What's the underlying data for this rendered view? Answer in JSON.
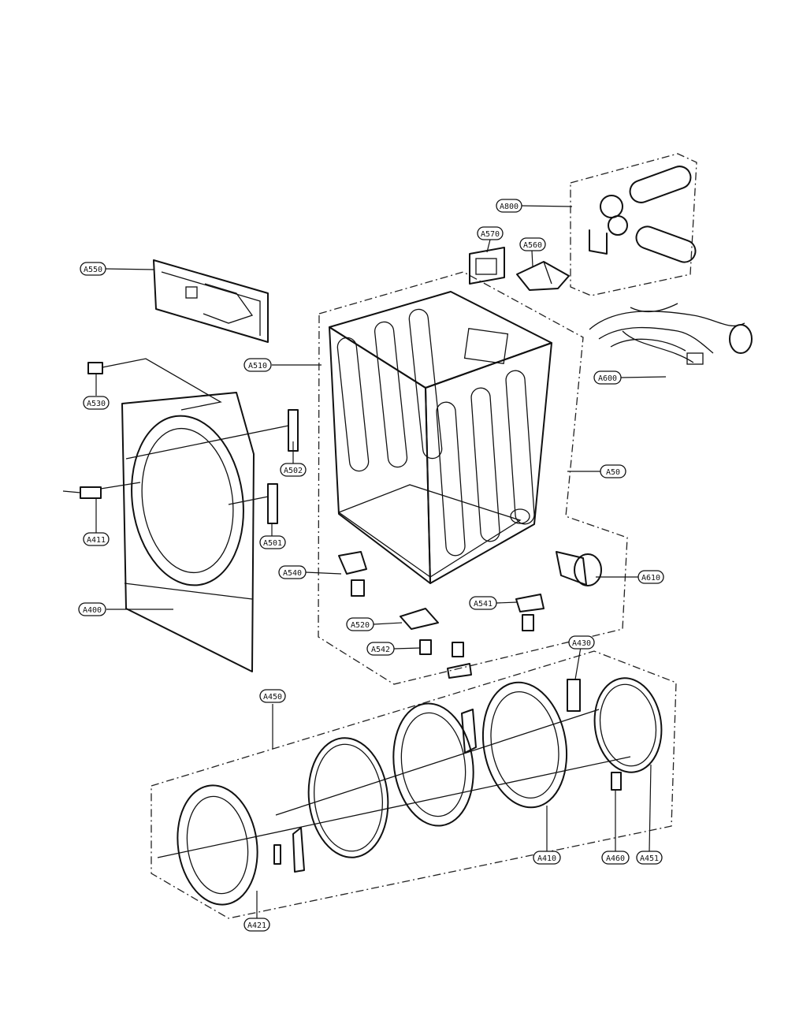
{
  "callouts": [
    {
      "id": "A800",
      "label": "A800"
    },
    {
      "id": "A570",
      "label": "A570"
    },
    {
      "id": "A560",
      "label": "A560"
    },
    {
      "id": "A550",
      "label": "A550"
    },
    {
      "id": "A510",
      "label": "A510"
    },
    {
      "id": "A530",
      "label": "A530"
    },
    {
      "id": "A600",
      "label": "A600"
    },
    {
      "id": "A502",
      "label": "A502"
    },
    {
      "id": "A50",
      "label": "A50"
    },
    {
      "id": "A411",
      "label": "A411"
    },
    {
      "id": "A501",
      "label": "A501"
    },
    {
      "id": "A540",
      "label": "A540"
    },
    {
      "id": "A610",
      "label": "A610"
    },
    {
      "id": "A400",
      "label": "A400"
    },
    {
      "id": "A520",
      "label": "A520"
    },
    {
      "id": "A541",
      "label": "A541"
    },
    {
      "id": "A542",
      "label": "A542"
    },
    {
      "id": "A430",
      "label": "A430"
    },
    {
      "id": "A450",
      "label": "A450"
    },
    {
      "id": "A410",
      "label": "A410"
    },
    {
      "id": "A460",
      "label": "A460"
    },
    {
      "id": "A451",
      "label": "A451"
    },
    {
      "id": "A421",
      "label": "A421"
    }
  ]
}
